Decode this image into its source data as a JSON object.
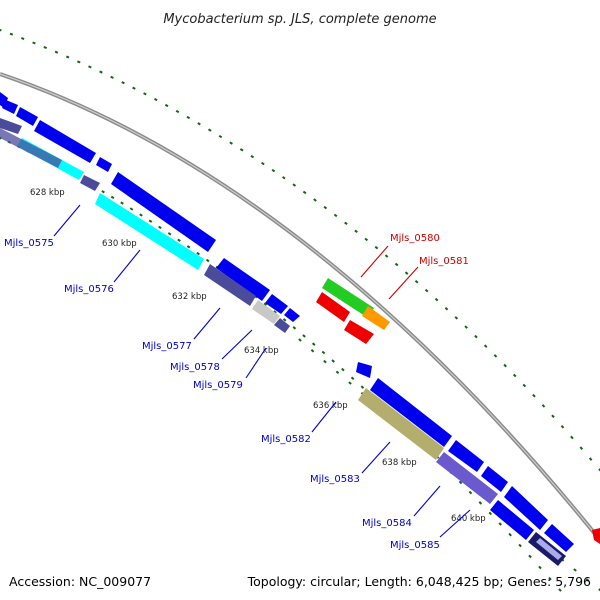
{
  "title": "Mycobacterium sp. JLS, complete genome",
  "footer": {
    "accession": "Accession: NC_009077",
    "summary": "Topology: circular; Length: 6,048,425 bp; Genes: 5,796"
  },
  "colors": {
    "blue": "#0000ee",
    "dark_blue": "#0000b0",
    "slate": "#4b4b9c",
    "cyan": "#00ffff",
    "purple": "#6a5acd",
    "gray": "#c8c8c8",
    "khaki": "#b3ad6e",
    "green": "#22cc22",
    "orange": "#ff9900",
    "red": "#ee0000",
    "backbone": "#888888",
    "ruler": "#116611",
    "label_blue": "#0000cc",
    "label_red": "#cc0000"
  },
  "kbp_ticks": [
    "628 kbp",
    "630 kbp",
    "632 kbp",
    "634 kbp",
    "636 kbp",
    "638 kbp",
    "640 kbp"
  ],
  "gene_labels": [
    {
      "id": "l575",
      "text": "Mjls_0575",
      "strand": "minus"
    },
    {
      "id": "l576",
      "text": "Mjls_0576",
      "strand": "minus"
    },
    {
      "id": "l577",
      "text": "Mjls_0577",
      "strand": "minus"
    },
    {
      "id": "l578",
      "text": "Mjls_0578",
      "strand": "minus"
    },
    {
      "id": "l579",
      "text": "Mjls_0579",
      "strand": "minus"
    },
    {
      "id": "l580",
      "text": "Mjls_0580",
      "strand": "plus"
    },
    {
      "id": "l581",
      "text": "Mjls_0581",
      "strand": "plus"
    },
    {
      "id": "l582",
      "text": "Mjls_0582",
      "strand": "minus"
    },
    {
      "id": "l583",
      "text": "Mjls_0583",
      "strand": "minus"
    },
    {
      "id": "l584",
      "text": "Mjls_0584",
      "strand": "minus"
    },
    {
      "id": "l585",
      "text": "Mjls_0585",
      "strand": "minus"
    }
  ]
}
